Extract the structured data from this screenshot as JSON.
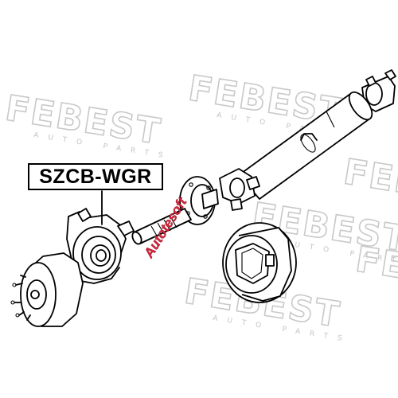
{
  "part_label": "SZCB-WGR",
  "watermark": {
    "brand": "FEBEST",
    "sub": "AUTO PARTS",
    "color": "#c9c9c9"
  },
  "stamp_logo": {
    "text": "Autotesoft",
    "color": "#d7263d"
  },
  "icons": [
    "leader-line",
    "drive-shaft",
    "center-bearing",
    "flange",
    "hub"
  ]
}
